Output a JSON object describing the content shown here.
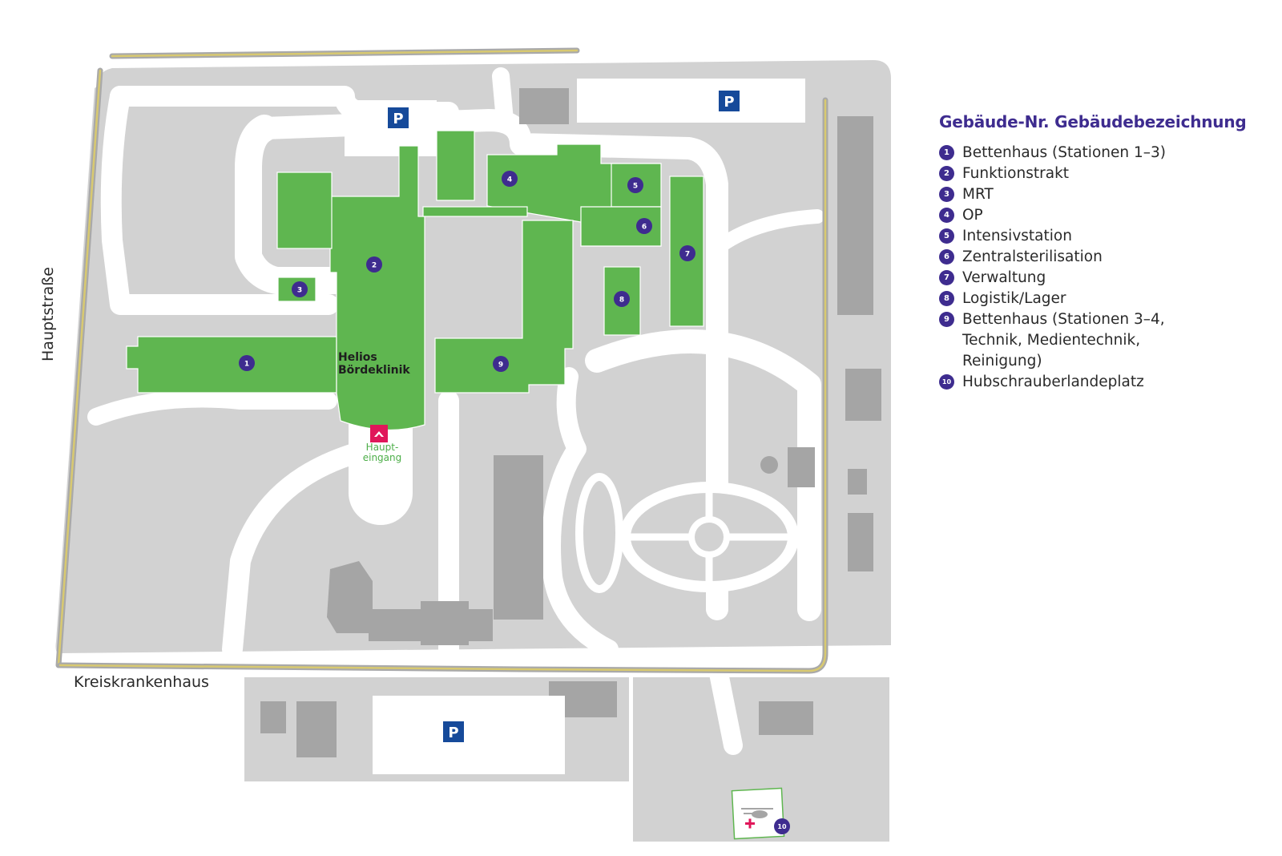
{
  "map": {
    "clinic_name": "Helios Bördeklinik",
    "entrance_label": "Haupt-\neingang",
    "streets": [
      "Hauptstraße",
      "Kreiskrankenhaus"
    ],
    "parking_label": "P",
    "building_markers": [
      "1",
      "2",
      "3",
      "4",
      "5",
      "6",
      "7",
      "8",
      "9",
      "10"
    ],
    "colors": {
      "building": "#5fb650",
      "ground": "#d2d2d2",
      "other_building": "#a5a5a5",
      "road_edge": "#a9a9a9",
      "road_center": "#d8c970",
      "marker": "#3e2c8f",
      "parking": "#164a9a",
      "entrance": "#e0175a"
    }
  },
  "legend": {
    "title": "Gebäude-Nr. Gebäudebezeichnung",
    "items": [
      {
        "num": "1",
        "label": "Bettenhaus (Stationen 1–3)"
      },
      {
        "num": "2",
        "label": "Funktionstrakt"
      },
      {
        "num": "3",
        "label": "MRT"
      },
      {
        "num": "4",
        "label": "OP"
      },
      {
        "num": "5",
        "label": "Intensivstation"
      },
      {
        "num": "6",
        "label": "Zentralsterilisation"
      },
      {
        "num": "7",
        "label": "Verwaltung"
      },
      {
        "num": "8",
        "label": "Logistik/Lager"
      },
      {
        "num": "9",
        "label": "Bettenhaus (Stationen 3–4,\nTechnik, Medientechnik,\nReinigung)"
      },
      {
        "num": "10",
        "label": "Hubschrauberlandeplatz"
      }
    ]
  }
}
